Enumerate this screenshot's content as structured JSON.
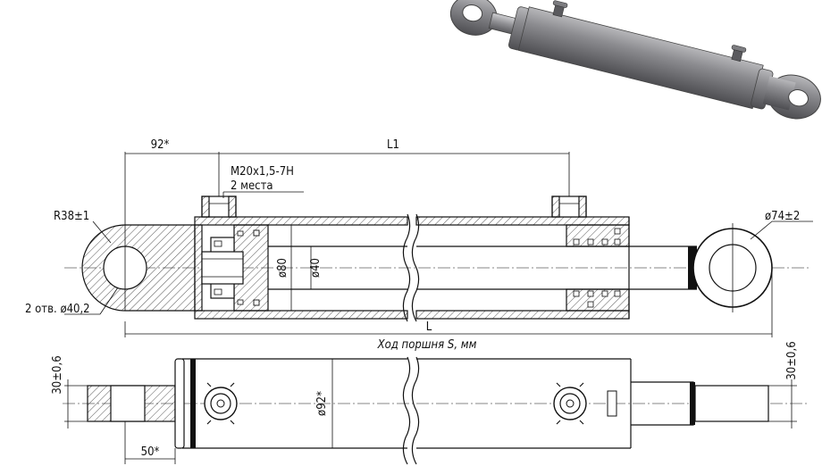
{
  "dimensions": {
    "eye_offset": "92*",
    "port_spacing": "L1",
    "port_thread": "M20x1,5-7H",
    "port_count": "2 места",
    "eye_radius": "R38±1",
    "pin_holes": "2 отв. ø40,2",
    "bore": "ø80",
    "rod": "ø40",
    "rod_eye": "ø74±2",
    "length": "L",
    "stroke": "Ход поршня S, мм",
    "left_eye_width": "30±0,6",
    "right_eye_width": "30±0,6",
    "tube_diameter": "ø92*",
    "eye_length": "50*"
  },
  "colors": {
    "line": "#111111",
    "render_body": "#6d6d70",
    "render_highlight": "#b7b7ba"
  }
}
